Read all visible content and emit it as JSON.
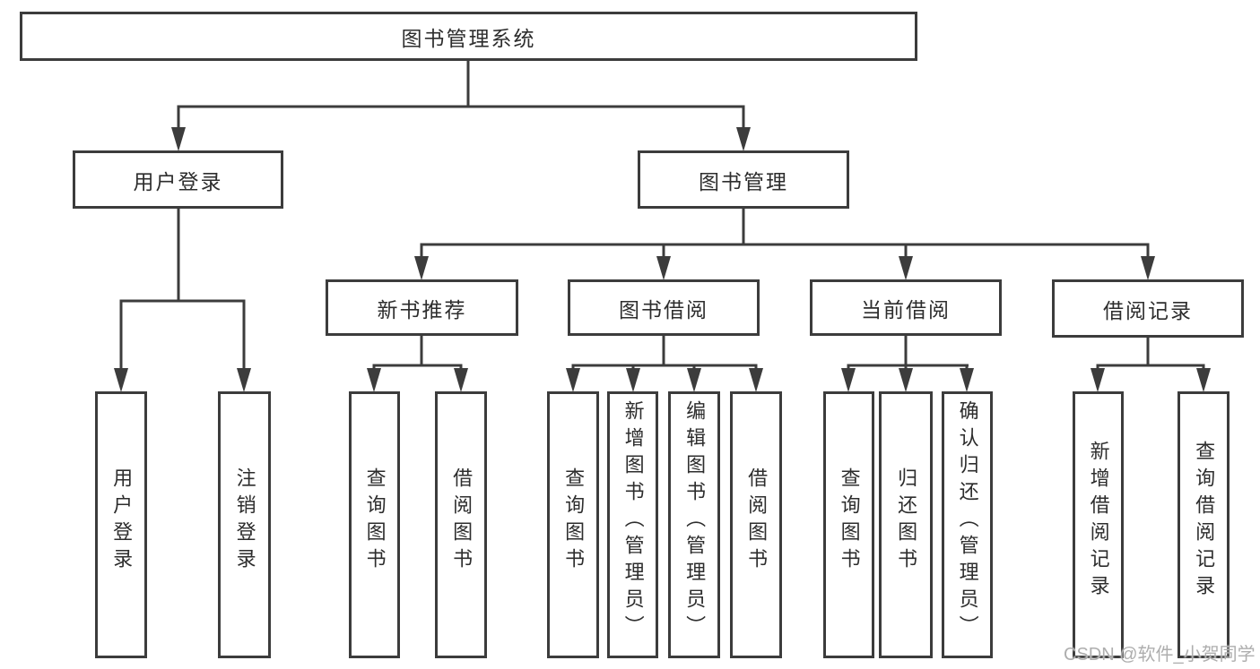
{
  "colors": {
    "line": "#3c3c3c",
    "box_border": "#3c3c3c",
    "text": "#2d2d2d",
    "watermark": "#aeaeae",
    "background": "#ffffff"
  },
  "nodes": {
    "root": "图书管理系统",
    "level2": [
      "用户登录",
      "图书管理"
    ],
    "level3": [
      "新书推荐",
      "图书借阅",
      "当前借阅",
      "借阅记录"
    ]
  },
  "leaves": {
    "user_login": [
      "用户登录",
      "注销登录"
    ],
    "new_book_recommend": [
      "查询图书",
      "借阅图书"
    ],
    "book_borrow": [
      "查询图书",
      "新增图书（管理员）",
      "编辑图书（管理员）",
      "借阅图书"
    ],
    "current_borrow": [
      "查询图书",
      "归还图书",
      "确认归还（管理员）"
    ],
    "borrow_records": [
      "新增借阅记录",
      "查询借阅记录"
    ]
  },
  "watermark": "CSDN @软件_小贺同学"
}
